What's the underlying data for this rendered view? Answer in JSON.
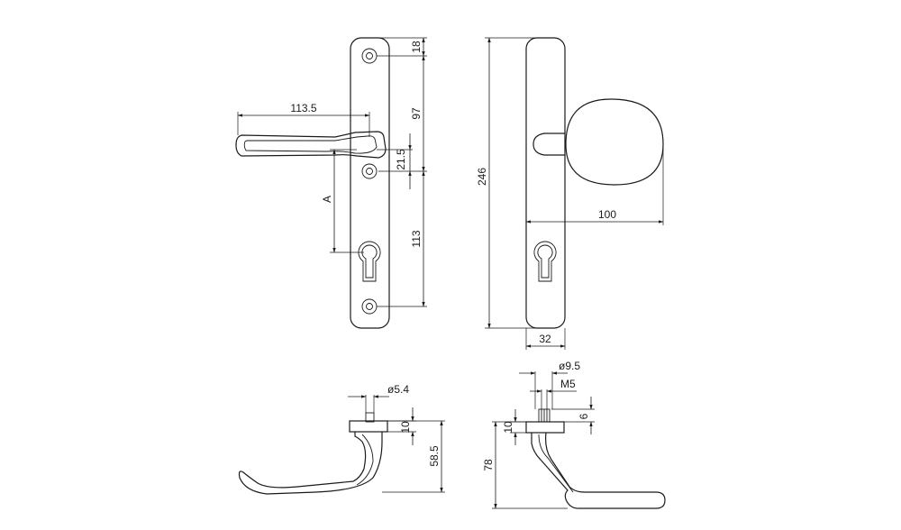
{
  "dimensions": {
    "handle_length": "113.5",
    "top_hole_offset": "18",
    "top_to_spindle": "97",
    "spindle_to_hole": "21.5",
    "label_a": "A",
    "lower_to_bottom": "113",
    "overall_height": "246",
    "knob_projection": "100",
    "plate_width": "32",
    "pin_diameter": "ø5.4",
    "handle_rose": "10",
    "handle_depth": "58.5",
    "knob_pin_diameter": "ø9.5",
    "thread": "M5",
    "thread_offset": "6",
    "knob_rose": "10",
    "knob_depth": "78"
  }
}
